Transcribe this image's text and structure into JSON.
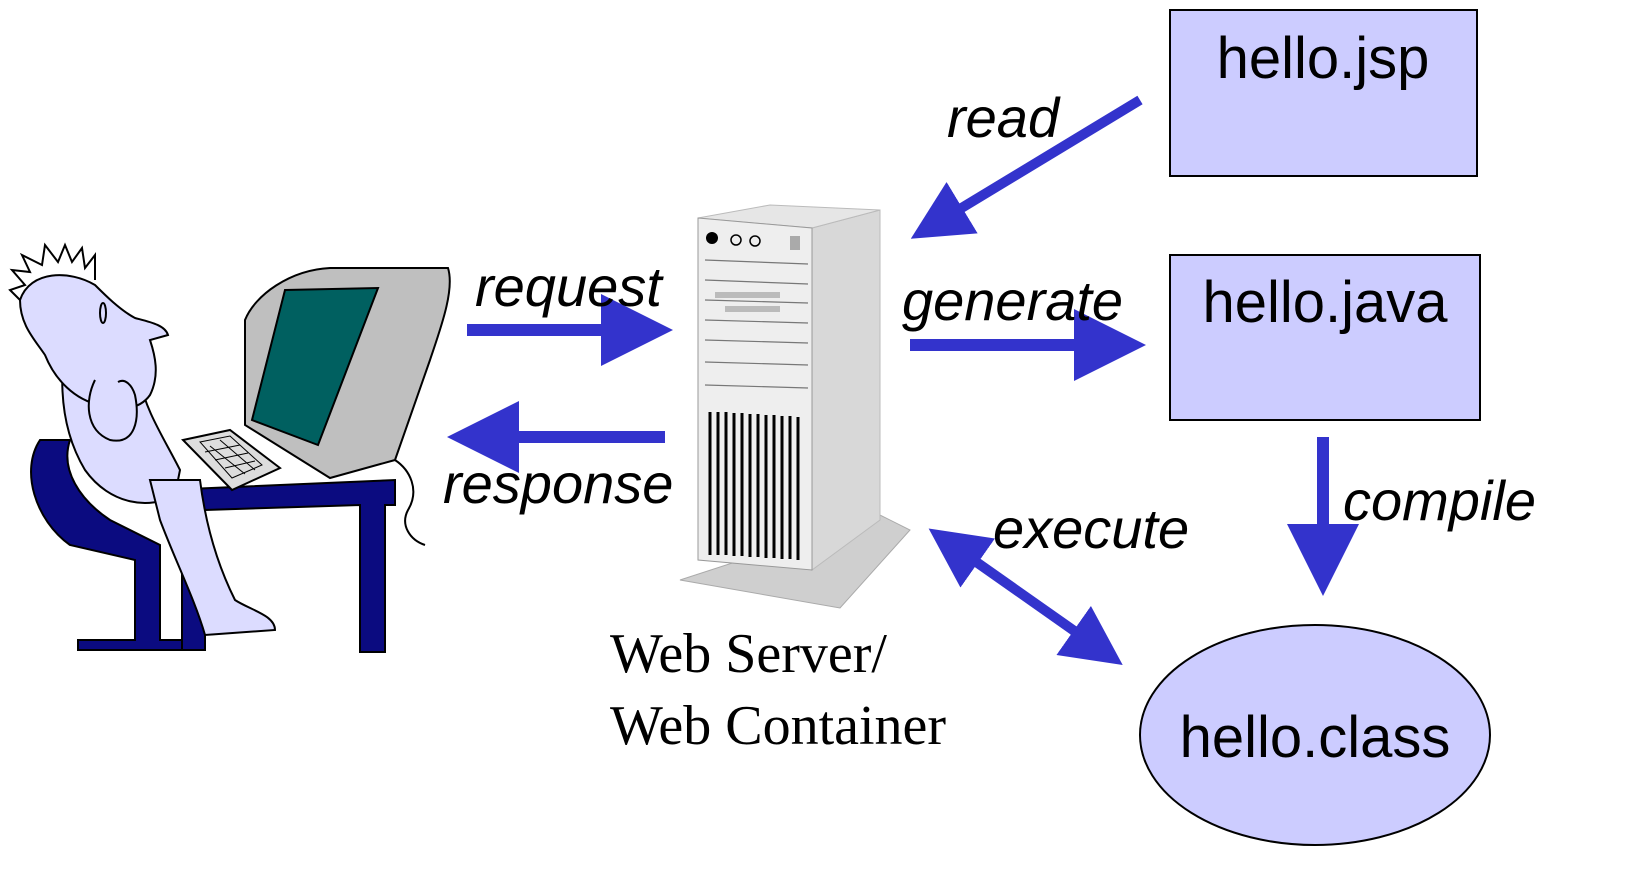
{
  "colors": {
    "arrow": "#3333cc",
    "box_fill": "#ccccff",
    "navy": "#0b0b80",
    "screen": "#006060",
    "monitor": "#bfbfbf",
    "skin": "#dcdcff"
  },
  "files": {
    "jsp": "hello.jsp",
    "java": "hello.java",
    "class": "hello.class"
  },
  "arrows": {
    "request": "request",
    "response": "response",
    "read": "read",
    "generate": "generate",
    "compile": "compile",
    "execute": "execute"
  },
  "server": {
    "caption_line1": "Web Server/",
    "caption_line2": "Web Container"
  },
  "icons": {
    "user": "person-at-computer-icon",
    "server": "server-tower-icon"
  }
}
